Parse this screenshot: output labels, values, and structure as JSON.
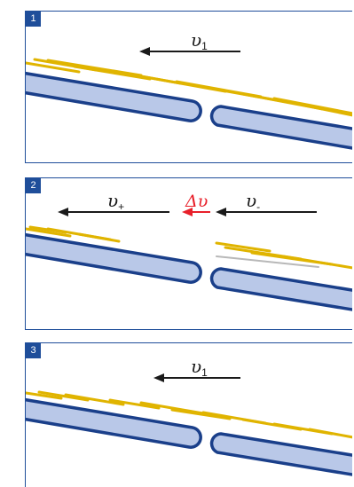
{
  "panels": [
    {
      "number": "1",
      "arrow_label": "υ",
      "arrow_sub": "1"
    },
    {
      "number": "2",
      "left_label": "υ",
      "left_sub": "+",
      "delta_label": "Δυ",
      "right_label": "υ",
      "right_sub": "-"
    },
    {
      "number": "3",
      "arrow_label": "υ",
      "arrow_sub": "1"
    }
  ],
  "colors": {
    "frame": "#1f4e9a",
    "slab_fill": "#b9c8e8",
    "slab_stroke": "#1a3f8a",
    "fiber": "#e0b400",
    "fiber_inactive": "#b8b8b8",
    "arrow": "#1a1a1a",
    "delta_arrow": "#e8202a"
  },
  "icons": [
    "velocity-arrow-icon",
    "delta-velocity-arrow-icon"
  ]
}
